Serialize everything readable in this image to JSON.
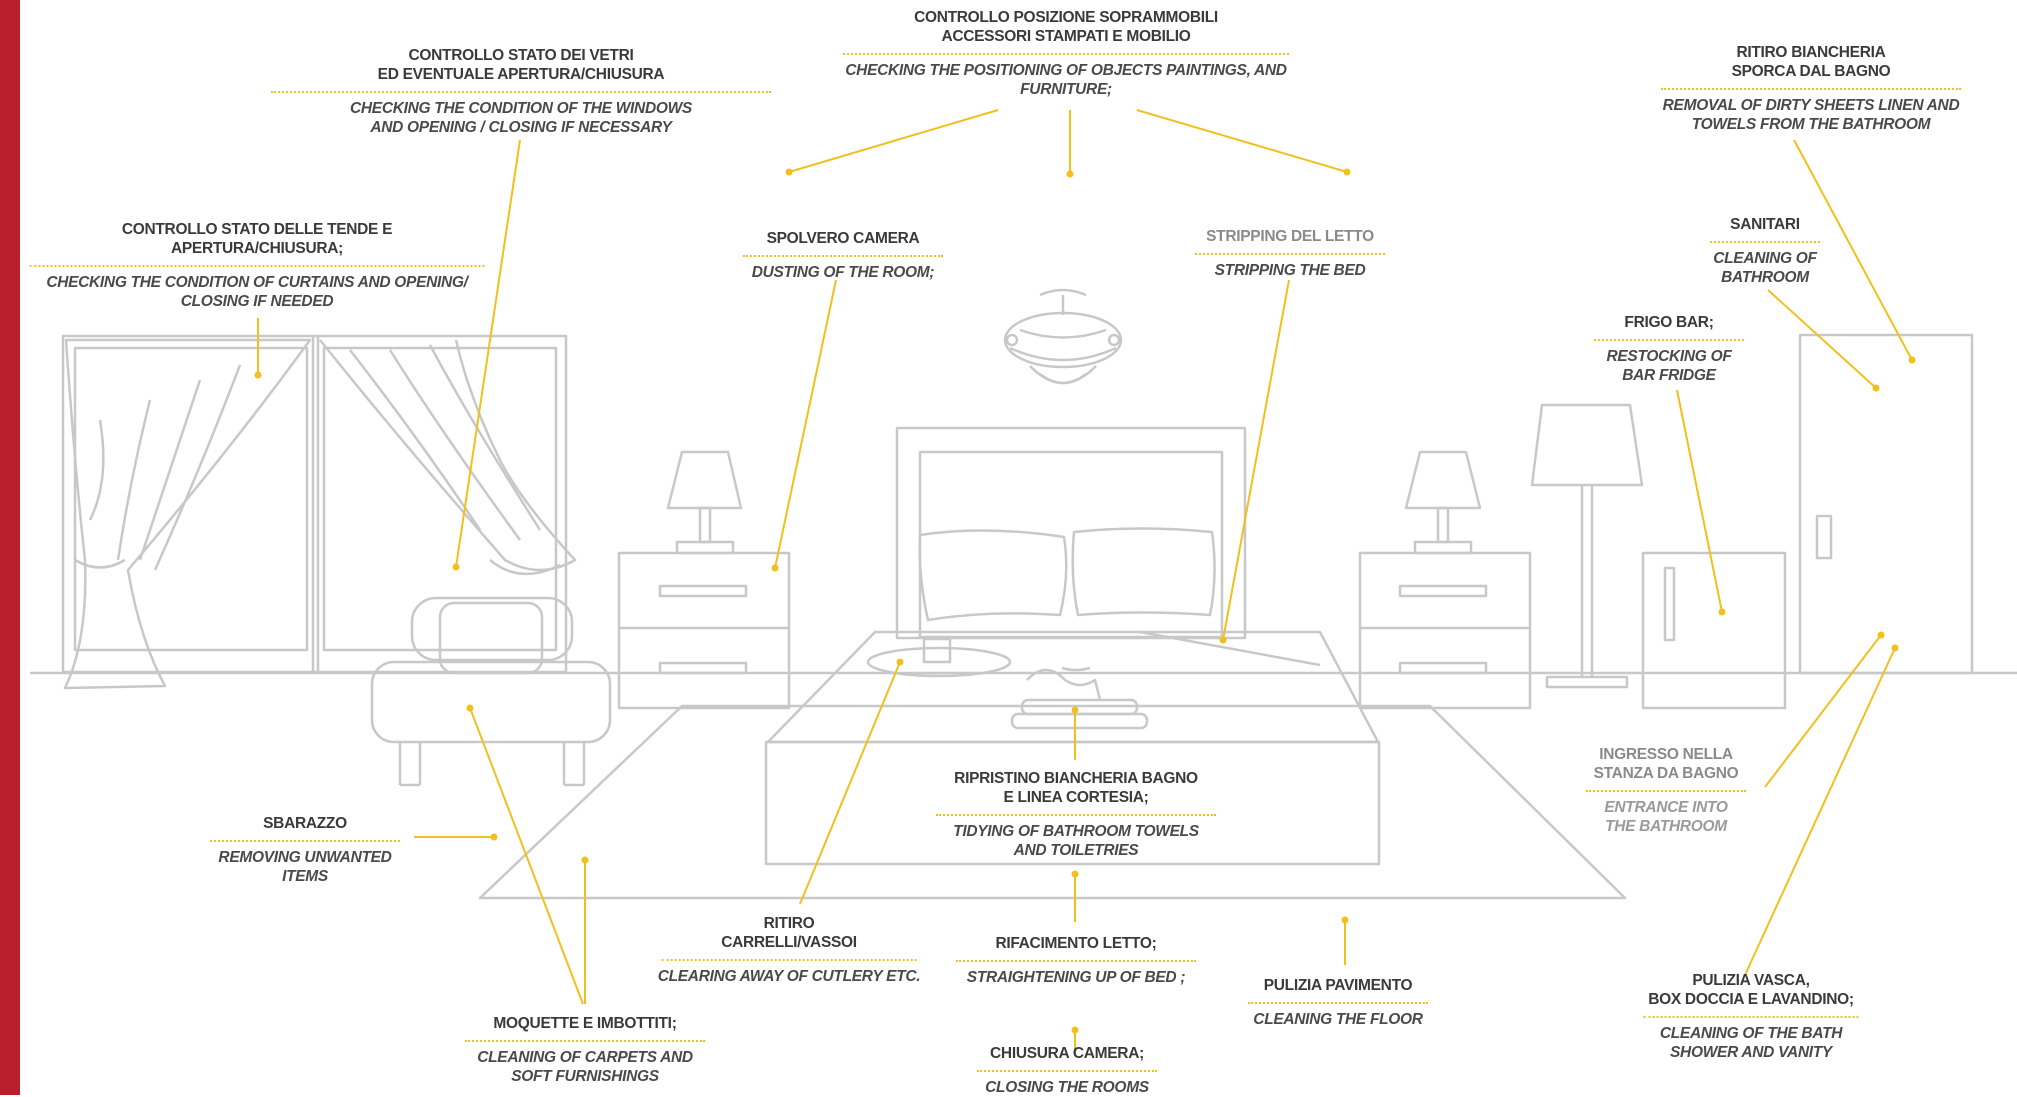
{
  "colors": {
    "accent_bar": "#b81f2b",
    "leader_line": "#f2c01e",
    "drawing_stroke": "#c8c8c8",
    "text_dark": "#3a3a3a",
    "text_grey": "#8a8a8a"
  },
  "labels": {
    "sopram": {
      "it": [
        "CONTROLLO POSIZIONE SOPRAMMOBILI",
        "ACCESSORI STAMPATI E MOBILIO"
      ],
      "en": [
        "CHECKING THE POSITIONING OF OBJECTS PAINTINGS, AND",
        "FURNITURE;"
      ]
    },
    "vetri": {
      "it": [
        "CONTROLLO STATO DEI VETRI",
        "ED EVENTUALE APERTURA/CHIUSURA"
      ],
      "en": [
        "CHECKING THE CONDITION OF THE WINDOWS",
        "AND OPENING  / CLOSING IF NECESSARY"
      ]
    },
    "biancheria": {
      "it": [
        "RITIRO BIANCHERIA",
        "SPORCA DAL BAGNO"
      ],
      "en": [
        "REMOVAL OF DIRTY SHEETS LINEN  AND",
        "TOWELS FROM THE BATHROOM"
      ]
    },
    "tende": {
      "it": [
        "CONTROLLO STATO DELLE TENDE  E",
        "APERTURA/CHIUSURA;"
      ],
      "en": [
        "CHECKING THE CONDITION OF CURTAINS AND OPENING/",
        "CLOSING IF NEEDED"
      ]
    },
    "spolvero": {
      "it": [
        "SPOLVERO CAMERA"
      ],
      "en": [
        "DUSTING OF THE ROOM;"
      ]
    },
    "stripping": {
      "it": [
        "STRIPPING DEL LETTO"
      ],
      "en": [
        "STRIPPING THE BED"
      ]
    },
    "sanitari": {
      "it": [
        "SANITARI"
      ],
      "en": [
        "CLEANING OF",
        "BATHROOM"
      ]
    },
    "frigo": {
      "it": [
        "FRIGO BAR;"
      ],
      "en": [
        "RESTOCKING OF",
        "BAR FRIDGE"
      ]
    },
    "ripristino": {
      "it": [
        "RIPRISTINO BIANCHERIA BAGNO",
        "E LINEA CORTESIA;"
      ],
      "en": [
        "TIDYING OF BATHROOM TOWELS",
        "AND TOILETRIES"
      ]
    },
    "ingresso": {
      "it": [
        "INGRESSO NELLA",
        "STANZA DA BAGNO"
      ],
      "en": [
        "ENTRANCE INTO",
        "THE BATHROOM"
      ]
    },
    "sbarazzo": {
      "it": [
        "SBARAZZO"
      ],
      "en": [
        "REMOVING UNWANTED",
        "ITEMS"
      ]
    },
    "ritiro": {
      "it": [
        "RITIRO",
        "CARRELLI/VASSOI"
      ],
      "en": [
        "CLEARING AWAY OF CUTLERY ETC."
      ]
    },
    "rifacimento": {
      "it": [
        "RIFACIMENTO LETTO;"
      ],
      "en": [
        "STRAIGHTENING UP OF BED ;"
      ]
    },
    "pavimento": {
      "it": [
        "PULIZIA PAVIMENTO"
      ],
      "en": [
        "CLEANING THE FLOOR"
      ]
    },
    "vasca": {
      "it": [
        "PULIZIA VASCA,",
        "BOX DOCCIA E LAVANDINO;"
      ],
      "en": [
        "CLEANING  OF  THE  BATH",
        "SHOWER AND VANITY"
      ]
    },
    "moquette": {
      "it": [
        "MOQUETTE E IMBOTTITI;"
      ],
      "en": [
        "CLEANING OF CARPETS AND",
        "SOFT FURNISHINGS"
      ]
    },
    "chiusura": {
      "it": [
        "CHIUSURA CAMERA;"
      ],
      "en": [
        "CLOSING THE ROOMS"
      ]
    }
  }
}
